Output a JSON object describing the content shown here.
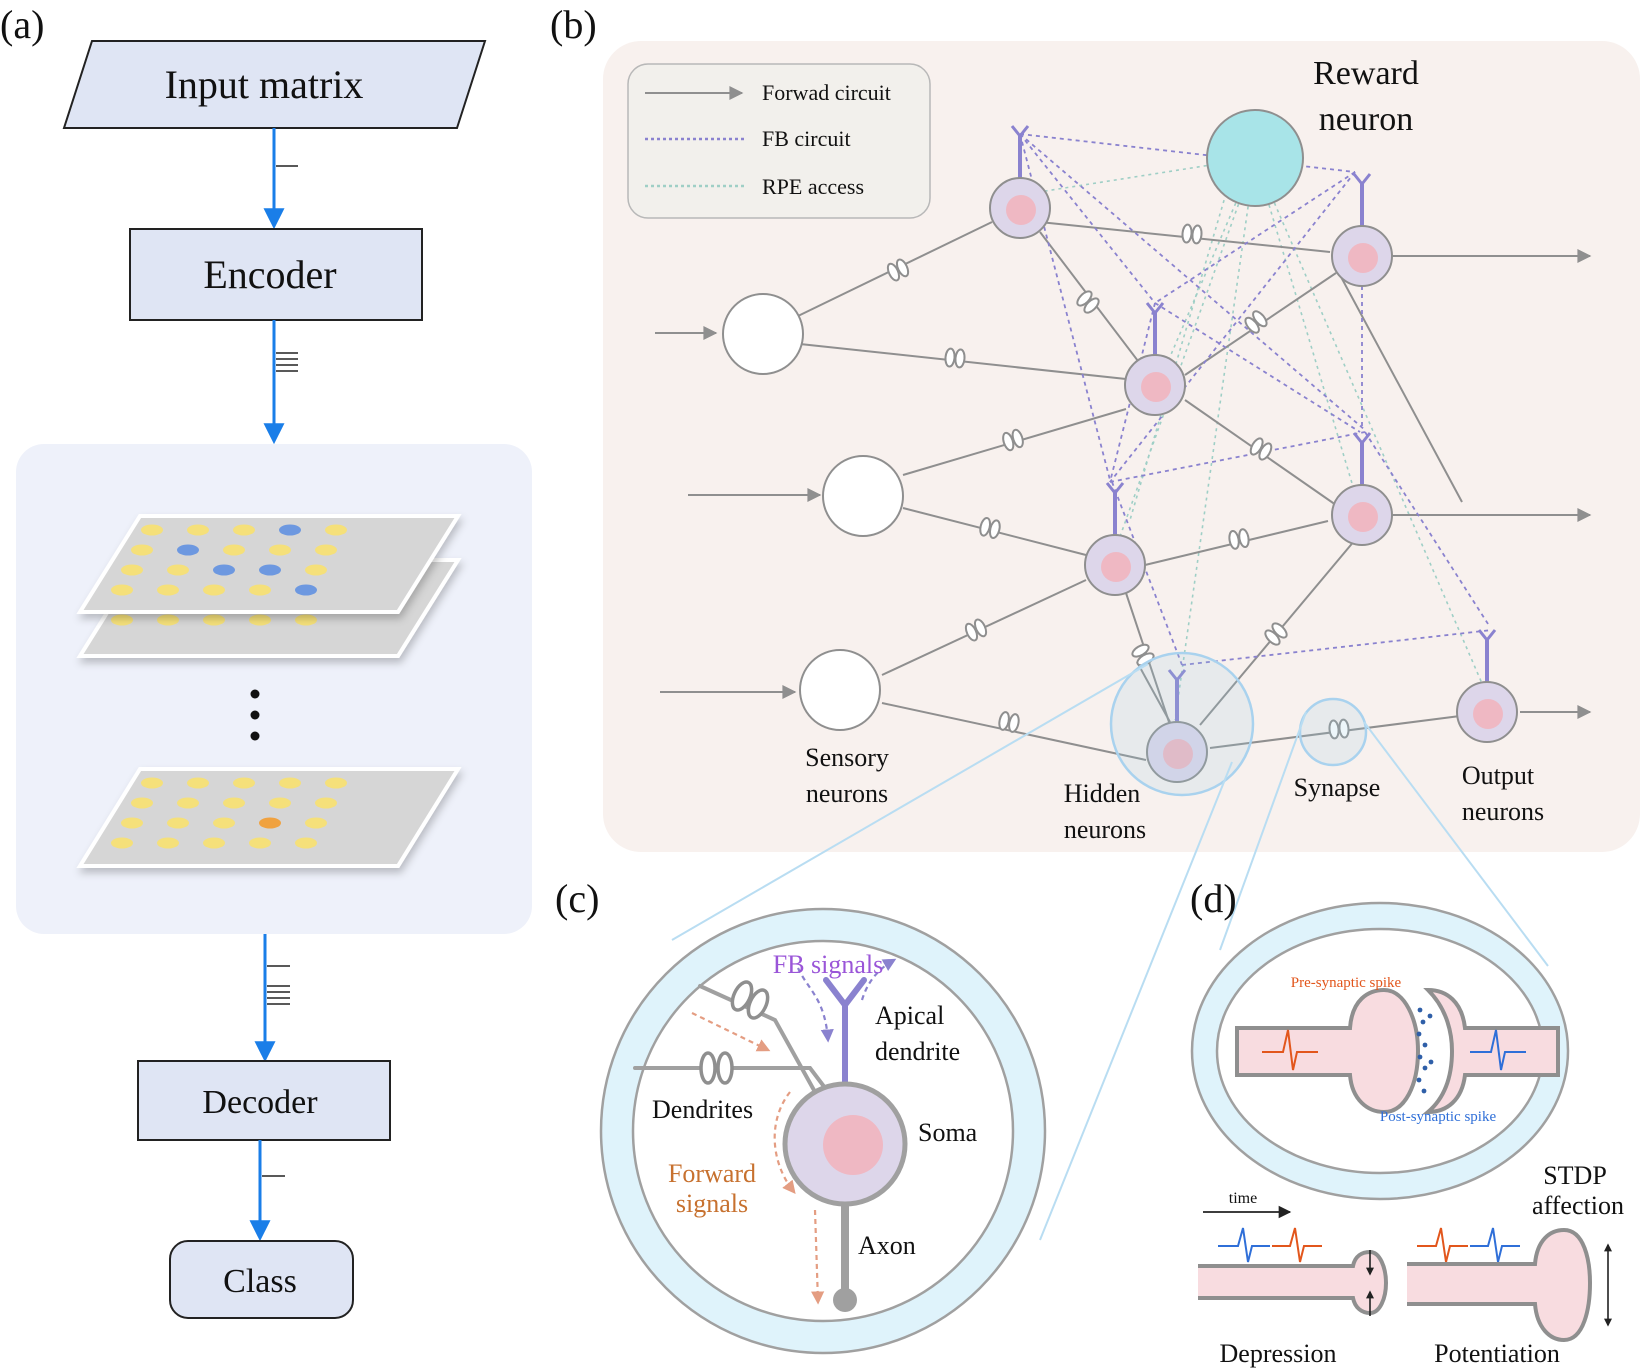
{
  "colors": {
    "flow_arrow": "#1a7ee8",
    "box_fill": "#dfe5f4",
    "network_bg": "#f8f1ee",
    "encoder_bg": "#eef1fa",
    "reward_fill": "#a8e4e8",
    "hidden_fill": "#ddd6ea",
    "hidden_core": "#efb8c3",
    "forward_line": "#8f8f8f",
    "fb_line": "#8a82cf",
    "rpe_line": "#9fcfc6",
    "lens_blue": "#dff3fb",
    "pre_spike": "#e2561c",
    "post_spike": "#2f6fd8",
    "fb_text": "#9a55d8",
    "forward_text": "#c7712f"
  },
  "panel_a": {
    "label": "(a)",
    "input": "Input matrix",
    "encoder": "Encoder",
    "decoder": "Decoder",
    "class": "Class"
  },
  "panel_b": {
    "label": "(b)",
    "legend": {
      "forward": "Forwad circuit",
      "fb": "FB circuit",
      "rpe": "RPE access"
    },
    "reward_line1": "Reward",
    "reward_line2": "neuron",
    "sensory_line1": "Sensory",
    "sensory_line2": "neurons",
    "hidden_line1": "Hidden",
    "hidden_line2": "neurons",
    "synapse": "Synapse",
    "output_line1": "Output",
    "output_line2": "neurons"
  },
  "panel_c": {
    "label": "(c)",
    "fb_signals": "FB signals",
    "apical_line1": "Apical",
    "apical_line2": "dendrite",
    "dendrites": "Dendrites",
    "soma": "Soma",
    "forward_line1": "Forward",
    "forward_line2": "signals",
    "axon": "Axon"
  },
  "panel_d": {
    "label": "(d)",
    "pre_spike": "Pre-synaptic spike",
    "post_spike": "Post-synaptic spike",
    "time": "time",
    "stdp_line1": "STDP",
    "stdp_line2": "affection",
    "depression": "Depression",
    "potentiation": "Potentiation"
  }
}
